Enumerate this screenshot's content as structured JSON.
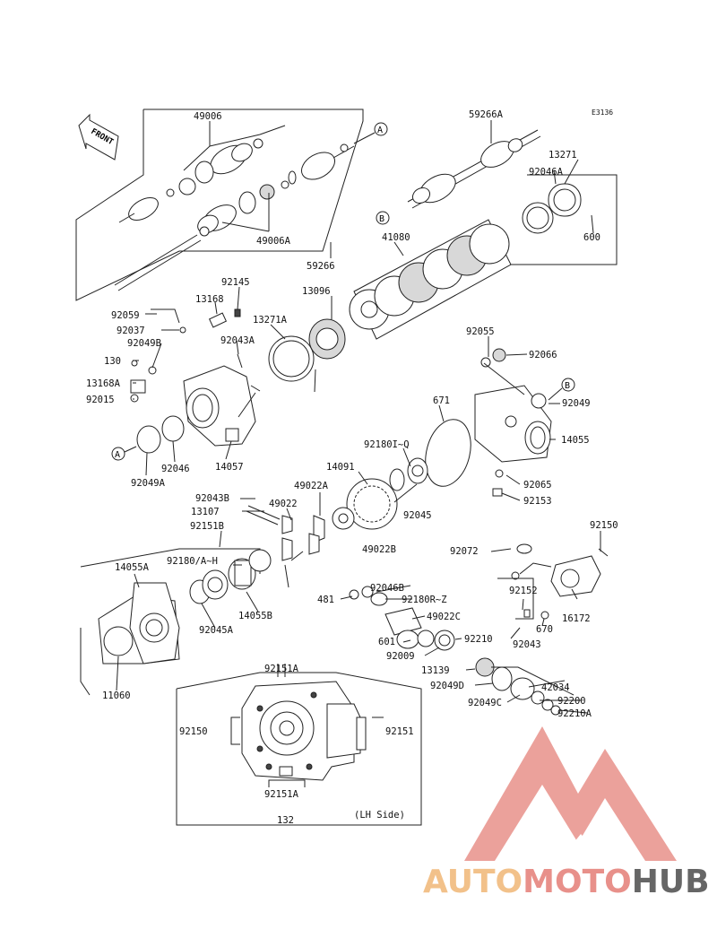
{
  "diagram_code": "E3136",
  "front_label": "FRONT",
  "view_note": "(LH Side)",
  "ref_markers": [
    "A",
    "B"
  ],
  "part_numbers": [
    "49006",
    "49006A",
    "59266",
    "59266A",
    "13271",
    "92046A",
    "600",
    "41080",
    "92059",
    "92145",
    "13168",
    "13271A",
    "13096",
    "92037",
    "92049B",
    "92043A",
    "130",
    "13168A",
    "92015",
    "92046",
    "92049A",
    "14057",
    "92055",
    "92066",
    "92049",
    "671",
    "14055",
    "92180I~Q",
    "14091",
    "92045",
    "92065",
    "92153",
    "92043B",
    "49022",
    "49022A",
    "13107",
    "92151B",
    "92180/A~H",
    "49022B",
    "14055A",
    "14055B",
    "92045A",
    "11060",
    "92072",
    "92150",
    "92152",
    "92046B",
    "481",
    "92180R~Z",
    "49022C",
    "601",
    "92210",
    "92009",
    "16172",
    "670",
    "92043",
    "13139",
    "42034",
    "92049D",
    "92200",
    "92049C",
    "92210A",
    "92151A",
    "92151",
    "132"
  ],
  "brand": {
    "part1": "AUTO",
    "part2": "MOTO",
    "part3": "HUB"
  },
  "colors": {
    "line": "#222222",
    "watermark_red": "#e8908a",
    "watermark_orange": "#f2c18a",
    "watermark_gray": "#666666"
  }
}
